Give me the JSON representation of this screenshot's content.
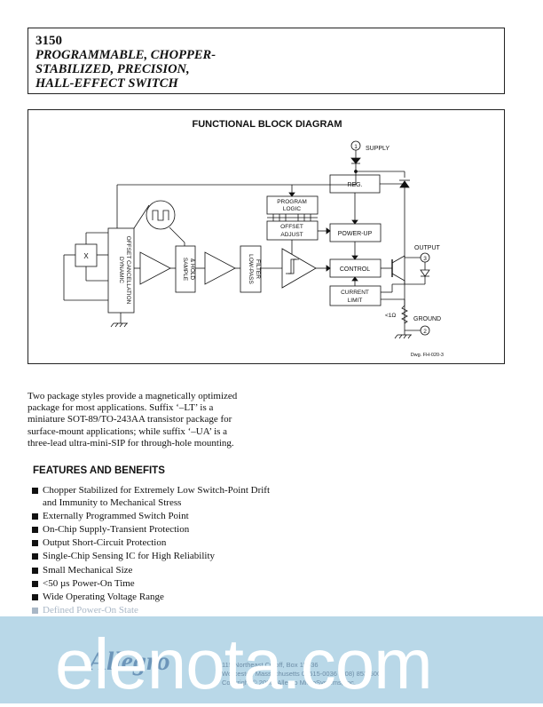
{
  "header": {
    "part_number": "3150",
    "title_lines": [
      "PROGRAMMABLE, CHOPPER-",
      "STABILIZED, PRECISION,",
      "HALL-EFFECT SWITCH"
    ]
  },
  "diagram": {
    "title": "FUNCTIONAL BLOCK DIAGRAM",
    "labels": {
      "supply": "SUPPLY",
      "supply_pin": "1",
      "reg": "REG.",
      "program_logic_1": "PROGRAM",
      "program_logic_2": "LOGIC",
      "offset_adjust_1": "OFFSET",
      "offset_adjust_2": "ADJUST",
      "power_up": "POWER-UP",
      "output": "OUTPUT",
      "output_pin": "3",
      "control": "CONTROL",
      "current_limit_1": "CURRENT",
      "current_limit_2": "LIMIT",
      "resistor": "<1Ω",
      "ground": "GROUND",
      "ground_pin": "2",
      "x_block": "X",
      "dynamic_1": "DYNAMIC",
      "dynamic_2": "OFFSET CANCELLATION",
      "sample_hold_1": "SAMPLE",
      "sample_hold_2": "& HOLD",
      "low_pass_1": "LOW-PASS",
      "low_pass_2": "FILTER",
      "drawing_number": "Dwg. FH-020-3"
    }
  },
  "body": {
    "paragraph": "Two package styles provide a magnetically optimized package for most applications. Suffix ‘–LT’ is a miniature SOT-89/TO-243AA transistor package for surface-mount applications; while suffix ‘–UA’ is a three-lead ultra-mini-SIP for through-hole mounting."
  },
  "features": {
    "heading": "FEATURES AND BENEFITS",
    "items": [
      {
        "text": "Chopper Stabilized for Extremely Low Switch-Point Drift and Immunity to Mechanical Stress"
      },
      {
        "text": "Externally Programmed Switch Point"
      },
      {
        "text": "On-Chip Supply-Transient Protection"
      },
      {
        "text": "Output Short-Circuit Protection"
      },
      {
        "text": "Single-Chip Sensing IC for High Reliability"
      },
      {
        "text": "Small Mechanical Size"
      },
      {
        "text": "<50 µs Power-On Time"
      },
      {
        "text": "Wide Operating Voltage Range"
      },
      {
        "text": "Defined Power-On State"
      }
    ]
  },
  "footer": {
    "logo": "Allegro",
    "address_1": "115 Northeast Cutoff, Box 15036",
    "address_2": "Worcester, Massachusetts 01615-0036 (508) 853-5000",
    "copyright": "Copyright © 2000, Allegro MicroSystems, Inc."
  },
  "watermark": "elenota.com"
}
